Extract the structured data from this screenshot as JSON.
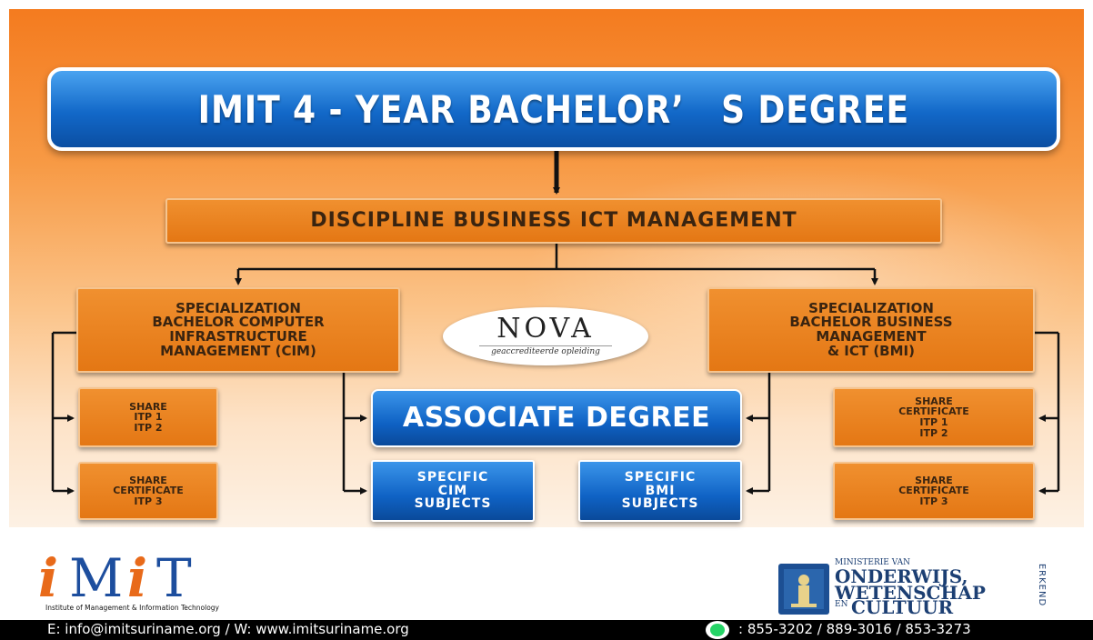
{
  "title": "IMIT 4 - YEAR BACHELOR’   S DEGREE",
  "discipline": "DISCIPLINE BUSINESS ICT MANAGEMENT",
  "specializations": {
    "cim": "SPECIALIZATION\nBACHELOR COMPUTER\nINFRASTRUCTURE\nMANAGEMENT (CIM)",
    "bmi": "SPECIALIZATION\nBACHELOR BUSINESS\nMANAGEMENT\n& ICT (BMI)"
  },
  "left_boxes": {
    "box1": "SHARE\nITP 1\nITP 2",
    "box2": "SHARE\nCERTIFICATE\nITP 3"
  },
  "right_boxes": {
    "box1": "SHARE\nCERTIFICATE\nITP 1\nITP 2",
    "box2": "SHARE\nCERTIFICATE\nITP 3"
  },
  "associate_degree": "ASSOCIATE DEGREE",
  "specific": {
    "cim": "SPECIFIC\nCIM\nSUBJECTS",
    "bmi": "SPECIFIC\nBMI\nSUBJECTS"
  },
  "nova": {
    "word": "NOVA",
    "subtitle": "geaccrediteerde opleiding"
  },
  "imit_logo": {
    "i1": "i",
    "M": "M",
    "i2": "i",
    "T": "T",
    "tagline": "Institute of Management & Information Technology"
  },
  "ministry": {
    "small": "MINISTERIE VAN",
    "line1": "ONDERWIJS,",
    "line2": "WETENSCHAP",
    "en": "EN",
    "line3": "CULTUUR",
    "erkend": "ERKEND"
  },
  "footer": {
    "contact": "E: info@imitsuriname.org / W: www.imitsuriname.org",
    "phones": ": 855-3202 / 889-3016 / 853-3273"
  },
  "colors": {
    "orange": "#e47714",
    "blue": "#0f62c4",
    "footer": "#000000"
  }
}
